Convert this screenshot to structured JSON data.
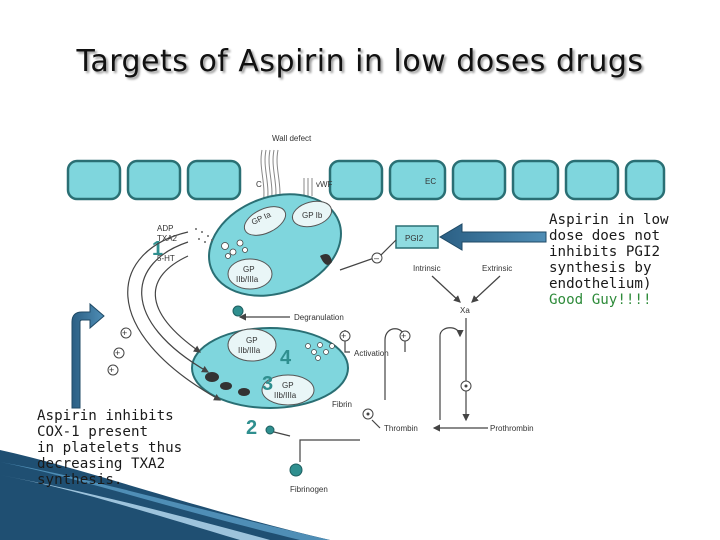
{
  "title": "Targets of Aspirin in low doses drugs",
  "note_right": {
    "lines": [
      "Aspirin in low",
      "dose does not",
      "inhibits PGI2",
      "synthesis by",
      "endothelium)"
    ],
    "good_line": "Good Guy!!!!"
  },
  "note_left": {
    "lines": [
      "Aspirin inhibits",
      "COX-1 present",
      "in platelets thus",
      "decreasing TXA2",
      "synthesis."
    ]
  },
  "diagram": {
    "wall_defect": "Wall defect",
    "ec": "EC",
    "c": "C",
    "vwf": "vWF",
    "gp_ia": "GP Ia",
    "gp_ib": "GP Ib",
    "gp_iib_top": "GP",
    "gp_iib_top2": "IIb/IIIa",
    "gp_mid": "GP",
    "gp_mid2": "IIb/IIIa",
    "gp_low": "GP",
    "gp_low2": "IIb/IIIa",
    "pgi2": "PGI2",
    "adp": "ADP",
    "txa2": "TXA2",
    "ht": "5-HT",
    "num1": "1",
    "num2": "2",
    "num3": "3",
    "num4": "4",
    "intrinsic": "Intrinsic",
    "extrinsic": "Extrinsic",
    "xa": "Xa",
    "degranulation": "Degranulation",
    "activation": "Activation",
    "fibrin": "Fibrin",
    "thrombin": "Thrombin",
    "prothrombin": "Prothrombin",
    "fibrinogen": "Fibrinogen"
  },
  "colors": {
    "cell_fill": "#7fd6dd",
    "cell_stroke": "#2a6f74",
    "number": "#2f8f8f",
    "arrow_blue": "#2f6f9a",
    "good_text": "#2e8b3a"
  }
}
